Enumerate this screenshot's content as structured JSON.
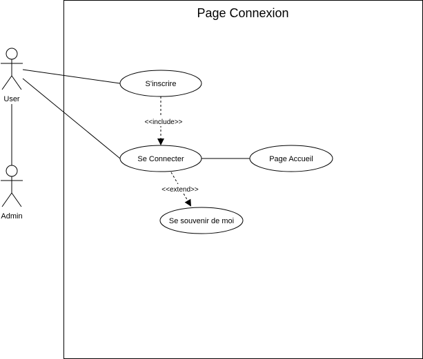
{
  "system": {
    "title": "Page Connexion"
  },
  "actors": {
    "user": "User",
    "admin": "Admin"
  },
  "use_cases": {
    "sinscrire": "S'inscrire",
    "se_connecter": "Se Connecter",
    "page_accueil": "Page Accueil",
    "se_souvenir": "Se souvenir de moi"
  },
  "relations": {
    "include_label": "<<include>>",
    "extend_label": "<<extend>>"
  },
  "colors": {
    "stroke": "#000000",
    "fill": "#ffffff",
    "text": "#000000"
  }
}
